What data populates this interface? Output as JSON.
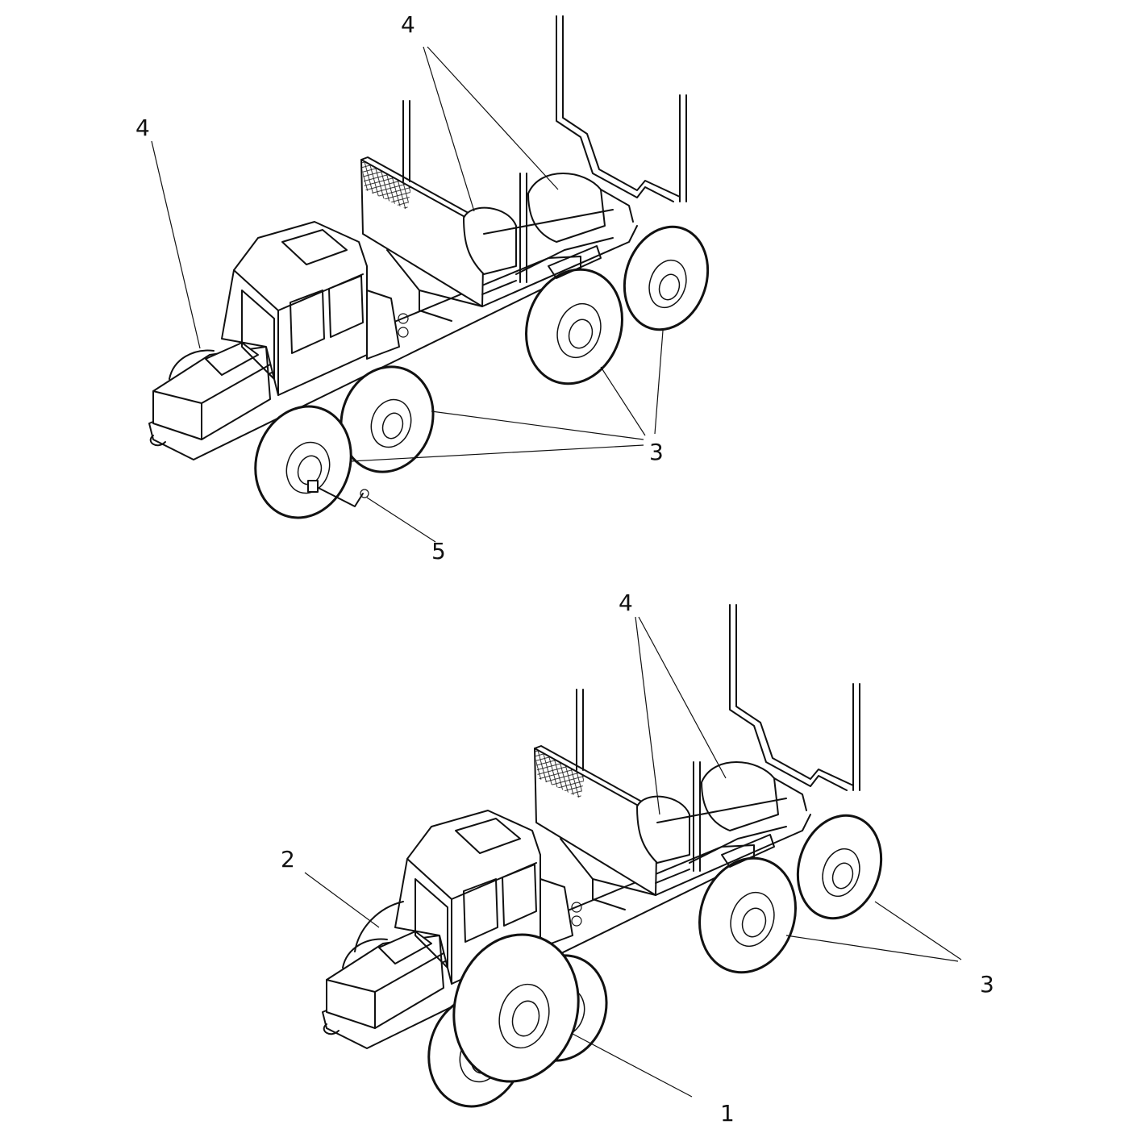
{
  "callouts": {
    "top": {
      "label_4_cab": "4",
      "label_4_rack": "4",
      "label_3": "3",
      "label_5": "5"
    },
    "bottom": {
      "label_4_rack": "4",
      "label_2": "2",
      "label_3": "3",
      "label_1": "1"
    }
  },
  "colors": {
    "line": "#111111",
    "background": "#ffffff"
  }
}
